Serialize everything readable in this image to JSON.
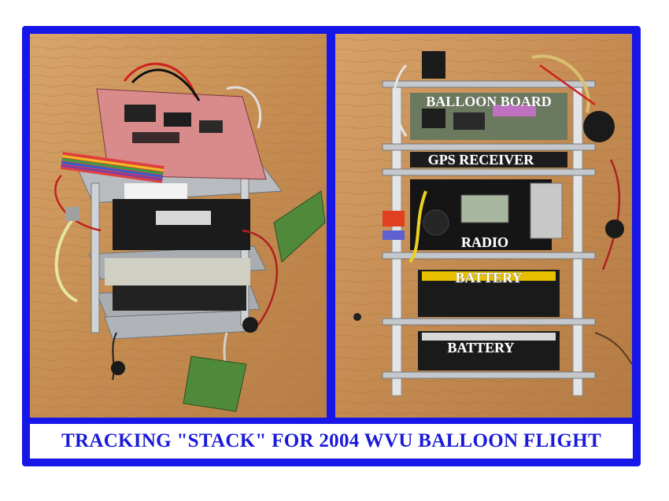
{
  "caption": "TRACKING \"STACK\" FOR 2004 WVU BALLOON FLIGHT",
  "right_photo_labels": {
    "balloon_board": "BALLOON BOARD",
    "gps_receiver": "GPS RECEIVER",
    "radio": "RADIO",
    "battery_upper": "BATTERY",
    "battery_lower": "BATTERY"
  },
  "colors": {
    "frame": "#1616e8",
    "caption_text": "#1a1ad8",
    "wood": "#c9935a"
  }
}
